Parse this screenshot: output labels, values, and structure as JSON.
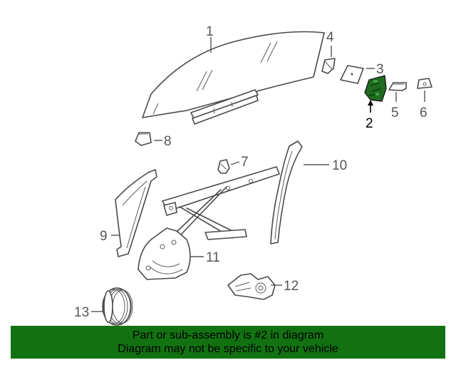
{
  "callouts": [
    {
      "id": "1",
      "label": "1"
    },
    {
      "id": "2",
      "label": "2"
    },
    {
      "id": "3",
      "label": "3"
    },
    {
      "id": "4",
      "label": "4"
    },
    {
      "id": "5",
      "label": "5"
    },
    {
      "id": "6",
      "label": "6"
    },
    {
      "id": "7",
      "label": "7"
    },
    {
      "id": "8",
      "label": "8"
    },
    {
      "id": "9",
      "label": "9"
    },
    {
      "id": "10",
      "label": "10"
    },
    {
      "id": "11",
      "label": "11"
    },
    {
      "id": "12",
      "label": "12"
    },
    {
      "id": "13",
      "label": "13"
    }
  ],
  "highlighted_part": "2",
  "banner": {
    "line1": "Part or sub-assembly is #2 in diagram",
    "line2": "Diagram may not be specific to your vehicle"
  },
  "colors": {
    "banner_bg": "#127212",
    "banner_text": "#000000",
    "highlight": "#1f6b1f",
    "line": "#4a4a4a"
  }
}
